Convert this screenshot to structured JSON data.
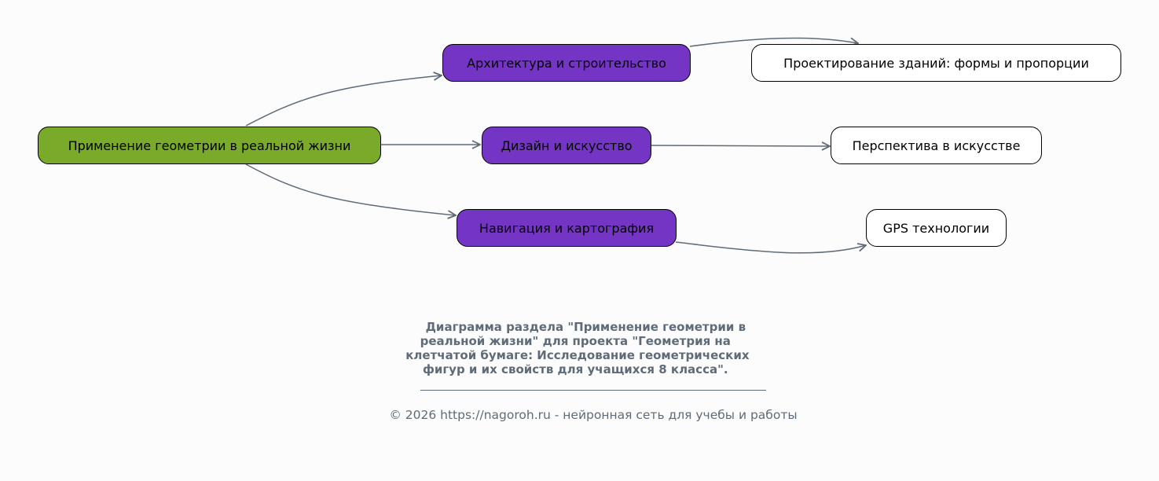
{
  "colors": {
    "root": "#7aaa2a",
    "branch": "#7535c4",
    "leaf": "#ffffff",
    "edge": "#5f6b78",
    "background": "#fcfcfc"
  },
  "nodes": {
    "root": "Применение геометрии в реальной жизни",
    "architecture": "Архитектура и строительство",
    "design": "Дизайн и искусство",
    "navigation": "Навигация и картография",
    "building_design": "Проектирование зданий: формы и пропорции",
    "perspective": "Перспектива в искусстве",
    "gps": "GPS технологии"
  },
  "caption": {
    "lines": [
      "   Диаграмма раздела \"Применение геометрии в",
      "реальной жизни\" для проекта \"Геометрия на  ",
      "клетчатой бумаге: Исследование геометрических ",
      "фигур и их свойств для учащихся 8 класса\".  "
    ],
    "footer": "© 2026 https://nagoroh.ru - нейронная сеть для учебы и работы"
  }
}
